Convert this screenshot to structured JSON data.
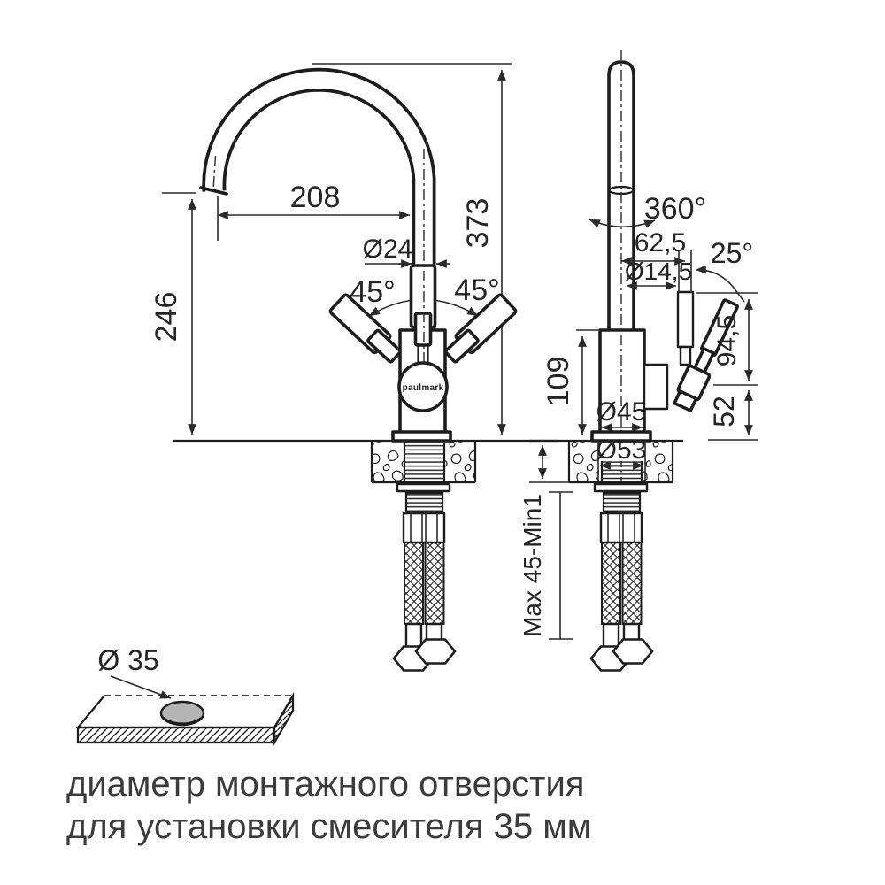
{
  "front_view": {
    "reach": "208",
    "total_height": "373",
    "spout_height": "246",
    "spout_diameter": "Ø24",
    "handle_swing_left": "45°",
    "handle_swing_right": "45°",
    "brand": "paulmark"
  },
  "side_view": {
    "swivel": "360°",
    "handle_offset": "62,5",
    "handle_diameter": "Ø14,5",
    "handle_angle": "25°",
    "handle_upper_height": "94,5",
    "handle_lower_height": "52",
    "body_height": "109",
    "body_diameter": "Ø45",
    "base_diameter": "Ø53",
    "mount_thickness_range": "Max 45-Min1"
  },
  "mounting_hole": {
    "diameter": "Ø 35"
  },
  "caption": {
    "line1": "диаметр монтажного отверстия",
    "line2": "для установки смесителя 35 мм"
  }
}
